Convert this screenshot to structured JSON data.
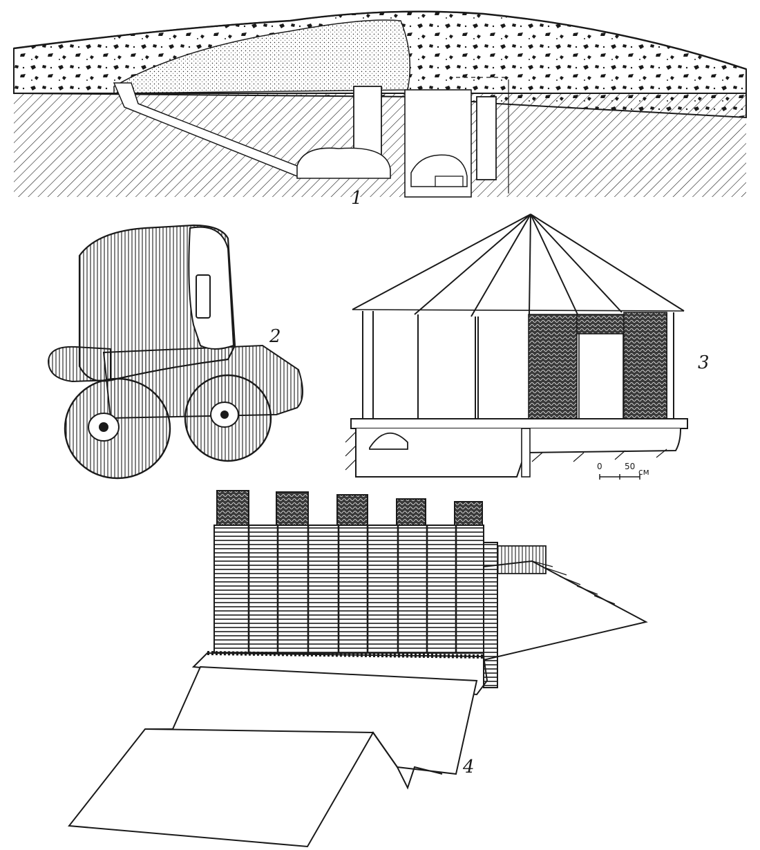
{
  "figures": [
    {
      "id": "fig1",
      "label": "1"
    },
    {
      "id": "fig2",
      "label": "2"
    },
    {
      "id": "fig3",
      "label": "3"
    },
    {
      "id": "fig4",
      "label": "4"
    }
  ],
  "scale_bar": {
    "zero": "0",
    "value": "50",
    "unit": "см"
  },
  "colors": {
    "ink": "#1a1a1a",
    "paper": "#ffffff"
  }
}
